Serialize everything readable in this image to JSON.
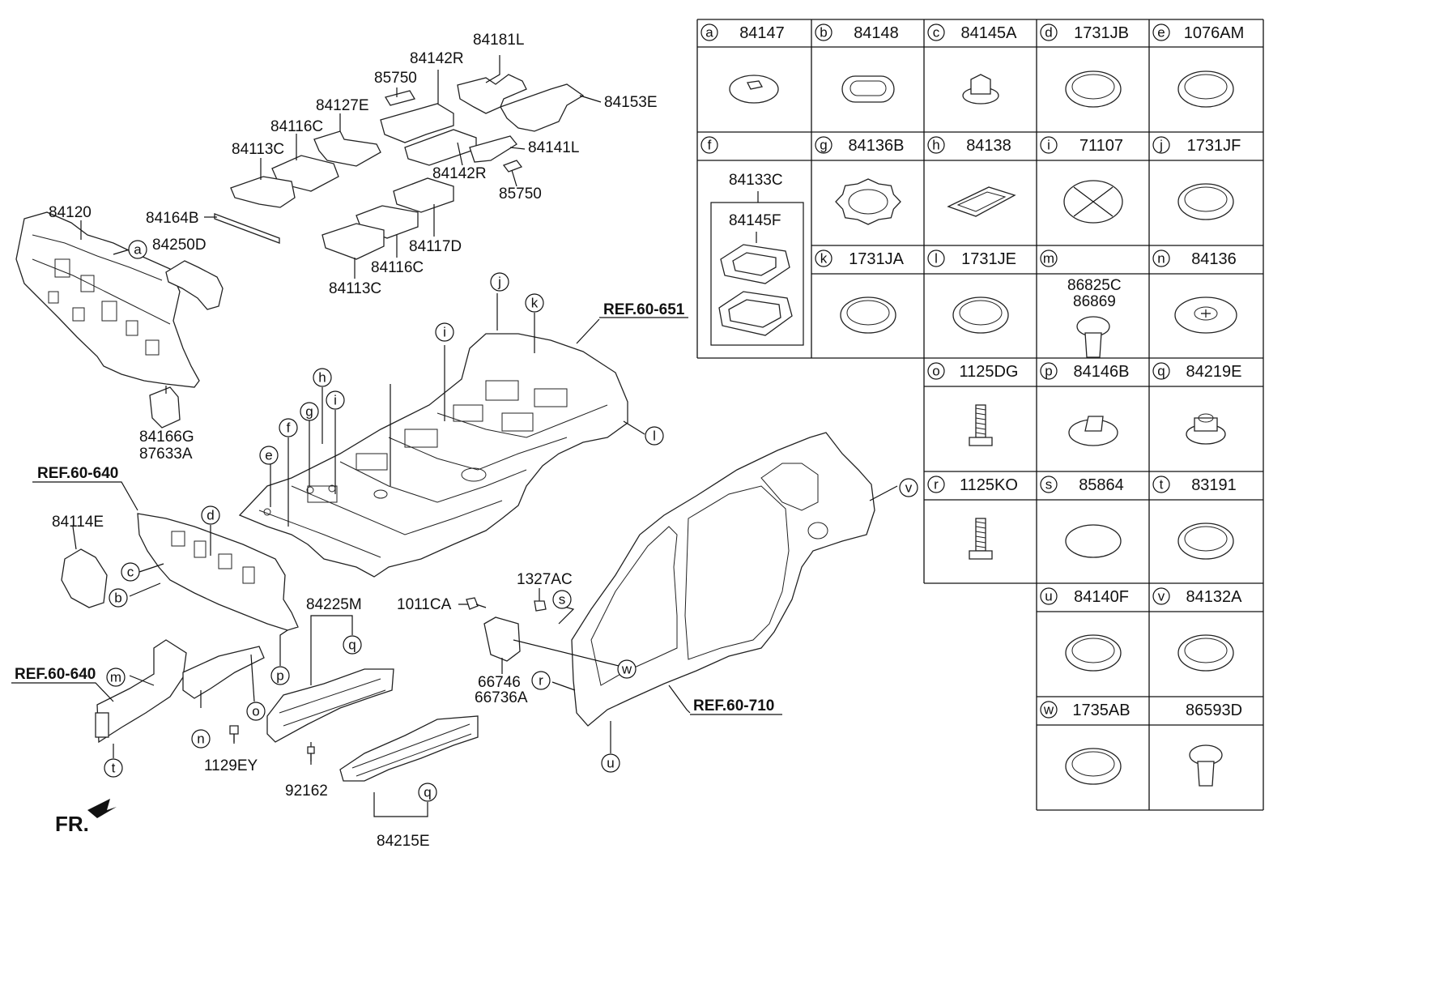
{
  "legend": {
    "cells": [
      {
        "letter": "a",
        "part": "84147",
        "icon": "flat-washer-icon"
      },
      {
        "letter": "b",
        "part": "84148",
        "icon": "oval-plug-icon"
      },
      {
        "letter": "c",
        "part": "84145A",
        "icon": "hex-nut-clip-icon"
      },
      {
        "letter": "d",
        "part": "1731JB",
        "icon": "round-plug-icon"
      },
      {
        "letter": "e",
        "part": "1076AM",
        "icon": "round-plug-icon"
      },
      {
        "letter": "f",
        "part": "",
        "icon": "sub-assembly-box-icon"
      },
      {
        "letter": "g",
        "part": "84136B",
        "icon": "toothed-ring-icon"
      },
      {
        "letter": "h",
        "part": "84138",
        "icon": "rectangular-frame-icon"
      },
      {
        "letter": "i",
        "part": "71107",
        "icon": "cross-plug-icon"
      },
      {
        "letter": "j",
        "part": "1731JF",
        "icon": "round-plug-icon"
      },
      {
        "letter": "k",
        "part": "1731JA",
        "icon": "round-plug-icon"
      },
      {
        "letter": "l",
        "part": "1731JE",
        "icon": "round-plug-icon"
      },
      {
        "letter": "m",
        "part": "",
        "icon": "push-clip-icon"
      },
      {
        "letter": "n",
        "part": "84136",
        "icon": "star-grommet-icon"
      },
      {
        "letter": "o",
        "part": "1125DG",
        "icon": "bolt-icon"
      },
      {
        "letter": "p",
        "part": "84146B",
        "icon": "slotted-grommet-icon"
      },
      {
        "letter": "q",
        "part": "84219E",
        "icon": "flange-nut-icon"
      },
      {
        "letter": "r",
        "part": "1125KO",
        "icon": "bolt-icon"
      },
      {
        "letter": "s",
        "part": "85864",
        "icon": "oval-pad-icon"
      },
      {
        "letter": "t",
        "part": "83191",
        "icon": "round-plug-icon"
      },
      {
        "letter": "u",
        "part": "84140F",
        "icon": "round-plug-icon"
      },
      {
        "letter": "v",
        "part": "84132A",
        "icon": "round-plug-icon"
      },
      {
        "letter": "w",
        "part": "1735AB",
        "icon": "round-plug-icon"
      },
      {
        "letter": "",
        "part": "86593D",
        "icon": "push-clip-icon"
      }
    ],
    "f_sub": {
      "outer": "84133C",
      "inner": "84145F"
    },
    "m_sub": {
      "line1": "86825C",
      "line2": "86869"
    }
  },
  "labels": {
    "p84181L": "84181L",
    "p84142R_top": "84142R",
    "p85750_top": "85750",
    "p84153E": "84153E",
    "p84127E": "84127E",
    "p84116C_top": "84116C",
    "p84141L": "84141L",
    "p84113C_top": "84113C",
    "p84142R_mid": "84142R",
    "p85750_mid": "85750",
    "p84164B": "84164B",
    "p84117D": "84117D",
    "p84116C_bot": "84116C",
    "p84113C_bot": "84113C",
    "p84120": "84120",
    "p84250D": "84250D",
    "p84166G": "84166G",
    "p87633A": "87633A",
    "p84114E": "84114E",
    "p84225M": "84225M",
    "p1327AC": "1327AC",
    "p1011CA": "1011CA",
    "p66746": "66746",
    "p66736A": "66736A",
    "p1129EY": "1129EY",
    "p92162": "92162",
    "p84215E": "84215E"
  },
  "refs": {
    "r651": "REF.60-651",
    "r640a": "REF.60-640",
    "r640b": "REF.60-640",
    "r710": "REF.60-710"
  },
  "front_label": "FR.",
  "callouts": {
    "a": "a",
    "b": "b",
    "c": "c",
    "d": "d",
    "e": "e",
    "f": "f",
    "g": "g",
    "h": "h",
    "i1": "i",
    "i2": "i",
    "j": "j",
    "k": "k",
    "l": "l",
    "m": "m",
    "n": "n",
    "o": "o",
    "p": "p",
    "q1": "q",
    "q2": "q",
    "r": "r",
    "s": "s",
    "t": "t",
    "u": "u",
    "v": "v",
    "w": "w"
  }
}
